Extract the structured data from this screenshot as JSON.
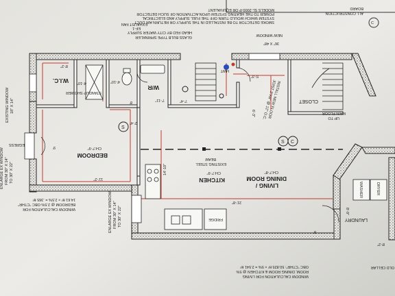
{
  "notes": {
    "top_line1": "ALL CONSTRUCTION",
    "top_line2": "BOARD",
    "smoke_line1": "SMOKE DETECTOR TO BE INSTALLED IN THE SUPPLY OR RETURN AIR DUCT",
    "smoke_line2": "SYSTEM WHICH WOULD TURN OFF THE FUEL SUPPLY AND ELECTRICAL",
    "smoke_line3": "POWER TO THE HEATING SYSTEM UPON ACTIVATION OF SUCH DETECTOR",
    "smoke_line4": "MODELS SL-2000-P OR EQUIVALENT",
    "sprinkler_line1": "GLASS BULB TYPE SPRINKLER",
    "sprinkler_line2": "HEAD FED BY CITY WATER SUPPLY",
    "fan_line1": "EF-1",
    "fan_line2": "EXHAUST FAN",
    "window_calc_bottom_line1": "WINDOW CALCULATION FOR LIVING",
    "window_calc_bottom_line2": "ROOM, DINING ROOM & KITCHEN @ 5%",
    "window_calc_bottom_line3": "OBC \"CTHR\": 50.825 ft² × 5% = 2.541 ft²",
    "window_calc_left_line1": "WINDOW CALCULATION FOR",
    "window_calc_left_line2": "BEDROOM @ 2.5% OBC \"CTHR\"",
    "window_calc_left_line3": "14.61 ft² × 2.5% = .365 ft²"
  },
  "rooms": {
    "bedroom": "BEDROOM",
    "bedroom_ceiling": "CH:7'-9\"",
    "kitchen": "KITCHEN",
    "kitchen_ceiling": "CH:7'-9\"",
    "living_line1": "LIVING /",
    "living_line2": "DINING ROOM",
    "living_ceiling": "CH:7'-8\"",
    "wic": "W.I.C.",
    "wr": "W/R",
    "closet": "CLOSET",
    "laundry": "LAUNDRY",
    "standup_shower": "STANDUP SHOWER",
    "fridge": "FRIDGE",
    "washer": "WASHER",
    "dryer": "DRYER",
    "hwt": "HWT"
  },
  "windows": {
    "new_window": "NEW WINDOW",
    "new_window_size": "36\" X 48\"",
    "existing_window_line1": "EXISTING WINDOW",
    "existing_window_line2": "18\" X 14\"",
    "enlarge_left_line1": "ENLARGE EX WINDOW",
    "enlarge_left_line2": "FROM 30\" X 14\"",
    "enlarge_left_line3": "TO 30\" X 22\"",
    "enlarge_bottom_line1": "ENLARGE EX WINDOW",
    "enlarge_bottom_line2": "FROM 30\" X 14\"",
    "enlarge_bottom_line3": "TO 30\" X 22\"",
    "egress": "EGRESS"
  },
  "structure": {
    "beam_label_line1": "EXISTING STEEL",
    "beam_label_line2": "BEAM",
    "floor_joist_line1": "INSTALL NEW FLOOR",
    "floor_joist_line2": "JOIST 2\"X8\" @ 12\" O.C.",
    "stair_line1": "UP TO",
    "stair_line2": "MAIN FLOOR"
  },
  "dimensions": {
    "d_8_2": "8'-2\"",
    "d_4_10": "4'-10\"",
    "d_4_10b": "4'-10\"",
    "d_5_3": "5'-3\"",
    "d_6_3": "6'-3\"",
    "d_7_11": "7'-11\"",
    "d_7_4": "7'-4\"",
    "d_8": "8'",
    "d_9": "9'",
    "d_11_2": "11'-2\"",
    "d_14_10": "14'-10\"",
    "d_21_8": "21'-8\"",
    "d_8_ft": "8'",
    "d_8_9": "8'-9\"",
    "d_2_4": "2'-4\"",
    "d_8_2b": "8'-2\""
  },
  "markers": {
    "s1": "S",
    "s2": "S",
    "c": "C",
    "c_top": "C"
  },
  "bottom_right_note": "OLD CELLAR"
}
